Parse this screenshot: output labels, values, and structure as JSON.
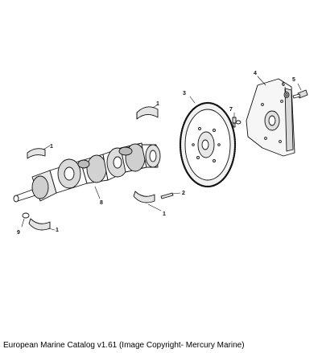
{
  "caption": "European Marine Catalog v1.61 (Image Copyright- Mercury Marine)",
  "parts": [
    {
      "ref": "1",
      "name": "bearing-shell-upper"
    },
    {
      "ref": "1",
      "name": "bearing-shell-left"
    },
    {
      "ref": "1",
      "name": "bearing-shell-lower-right"
    },
    {
      "ref": "1",
      "name": "bearing-shell-lower-left"
    },
    {
      "ref": "2",
      "name": "key"
    },
    {
      "ref": "3",
      "name": "flywheel"
    },
    {
      "ref": "4",
      "name": "flex-plate"
    },
    {
      "ref": "5",
      "name": "bolt"
    },
    {
      "ref": "6",
      "name": "washer"
    },
    {
      "ref": "7",
      "name": "flywheel-bolt"
    },
    {
      "ref": "8",
      "name": "crankshaft"
    },
    {
      "ref": "9",
      "name": "pilot-bearing"
    }
  ]
}
